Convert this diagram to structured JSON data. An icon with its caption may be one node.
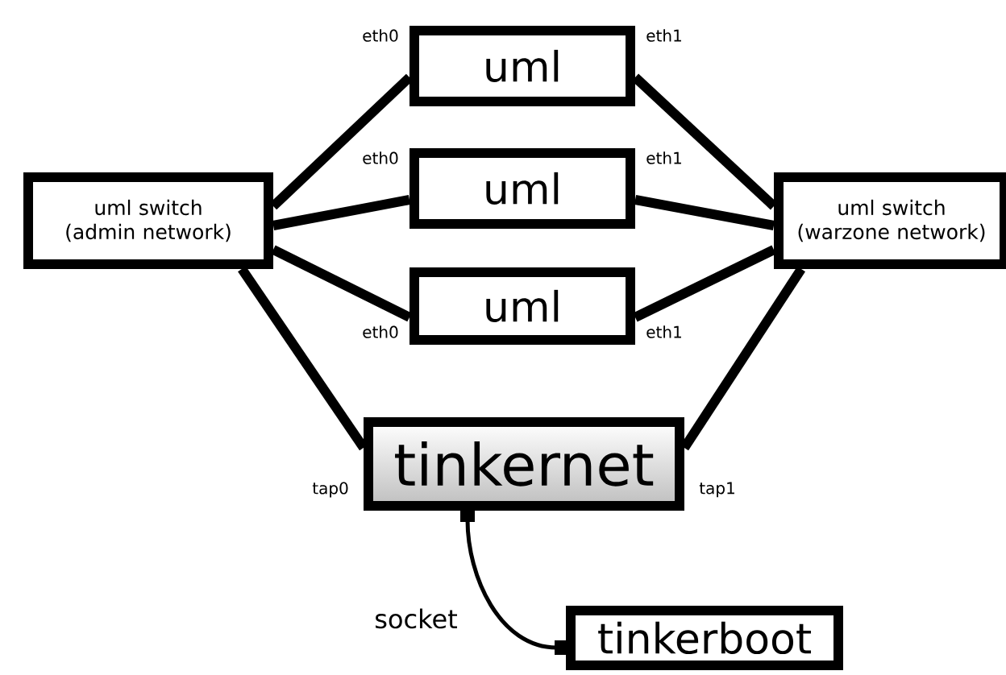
{
  "diagram": {
    "nodes": [
      {
        "text": [
          "uml switch (admin network)"
        ]
      },
      {
        "text": [
          "uml"
        ]
      },
      {
        "text": [
          "uml"
        ]
      },
      {
        "text": [
          "uml"
        ]
      },
      {
        "text": [
          "uml switch (warzone network)"
        ]
      },
      {
        "text": [
          "tinkernet"
        ]
      },
      {
        "text": [
          "tinkerboot"
        ]
      }
    ],
    "edges": [
      {
        "from": 0,
        "to": 1,
        "arrow": "none"
      },
      {
        "from": 0,
        "to": 2,
        "arrow": "none"
      },
      {
        "from": 0,
        "to": 3,
        "arrow": "none"
      },
      {
        "from": 1,
        "to": 4,
        "arrow": "none"
      },
      {
        "from": 2,
        "to": 4,
        "arrow": "none"
      },
      {
        "from": 3,
        "to": 4,
        "arrow": "none"
      },
      {
        "from": 0,
        "to": 5,
        "arrow": "none"
      },
      {
        "from": 4,
        "to": 5,
        "arrow": "none"
      },
      {
        "from": 5,
        "to": 6,
        "arrow": "other",
        "label": "socket"
      }
    ],
    "labels": [
      "eth0",
      "eth1",
      "eth0",
      "eth1",
      "eth0",
      "eth1",
      "tap0",
      "tap1"
    ]
  }
}
